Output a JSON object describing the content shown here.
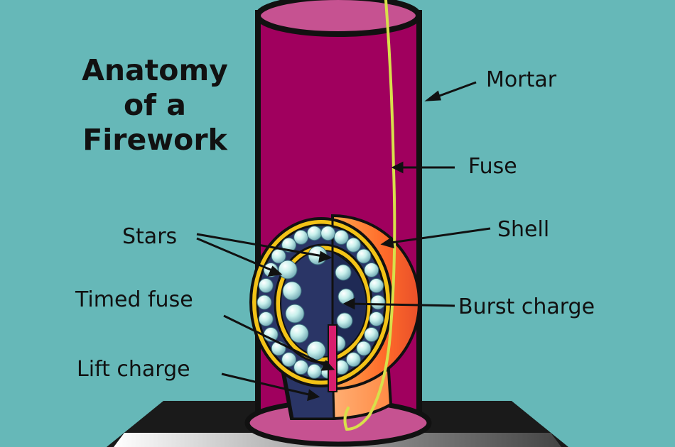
{
  "title": {
    "line1": "Anatomy",
    "line2": "of a",
    "line3": "Firework"
  },
  "labels": {
    "mortar": "Mortar",
    "fuse": "Fuse",
    "shell": "Shell",
    "stars": "Stars",
    "burst_charge": "Burst charge",
    "timed_fuse": "Timed fuse",
    "lift_charge": "Lift charge"
  },
  "colors": {
    "background": "#66b8b8",
    "mortar": "#a0005e",
    "mortar_rim": "#c65291",
    "shell_orange": "#ff7a33",
    "shell_gold": "#f3c317",
    "burst_charge": "#1f2a55",
    "star": "#b8ece8",
    "fuse": "#d8e04a",
    "timed_fuse": "#d81e6d"
  }
}
